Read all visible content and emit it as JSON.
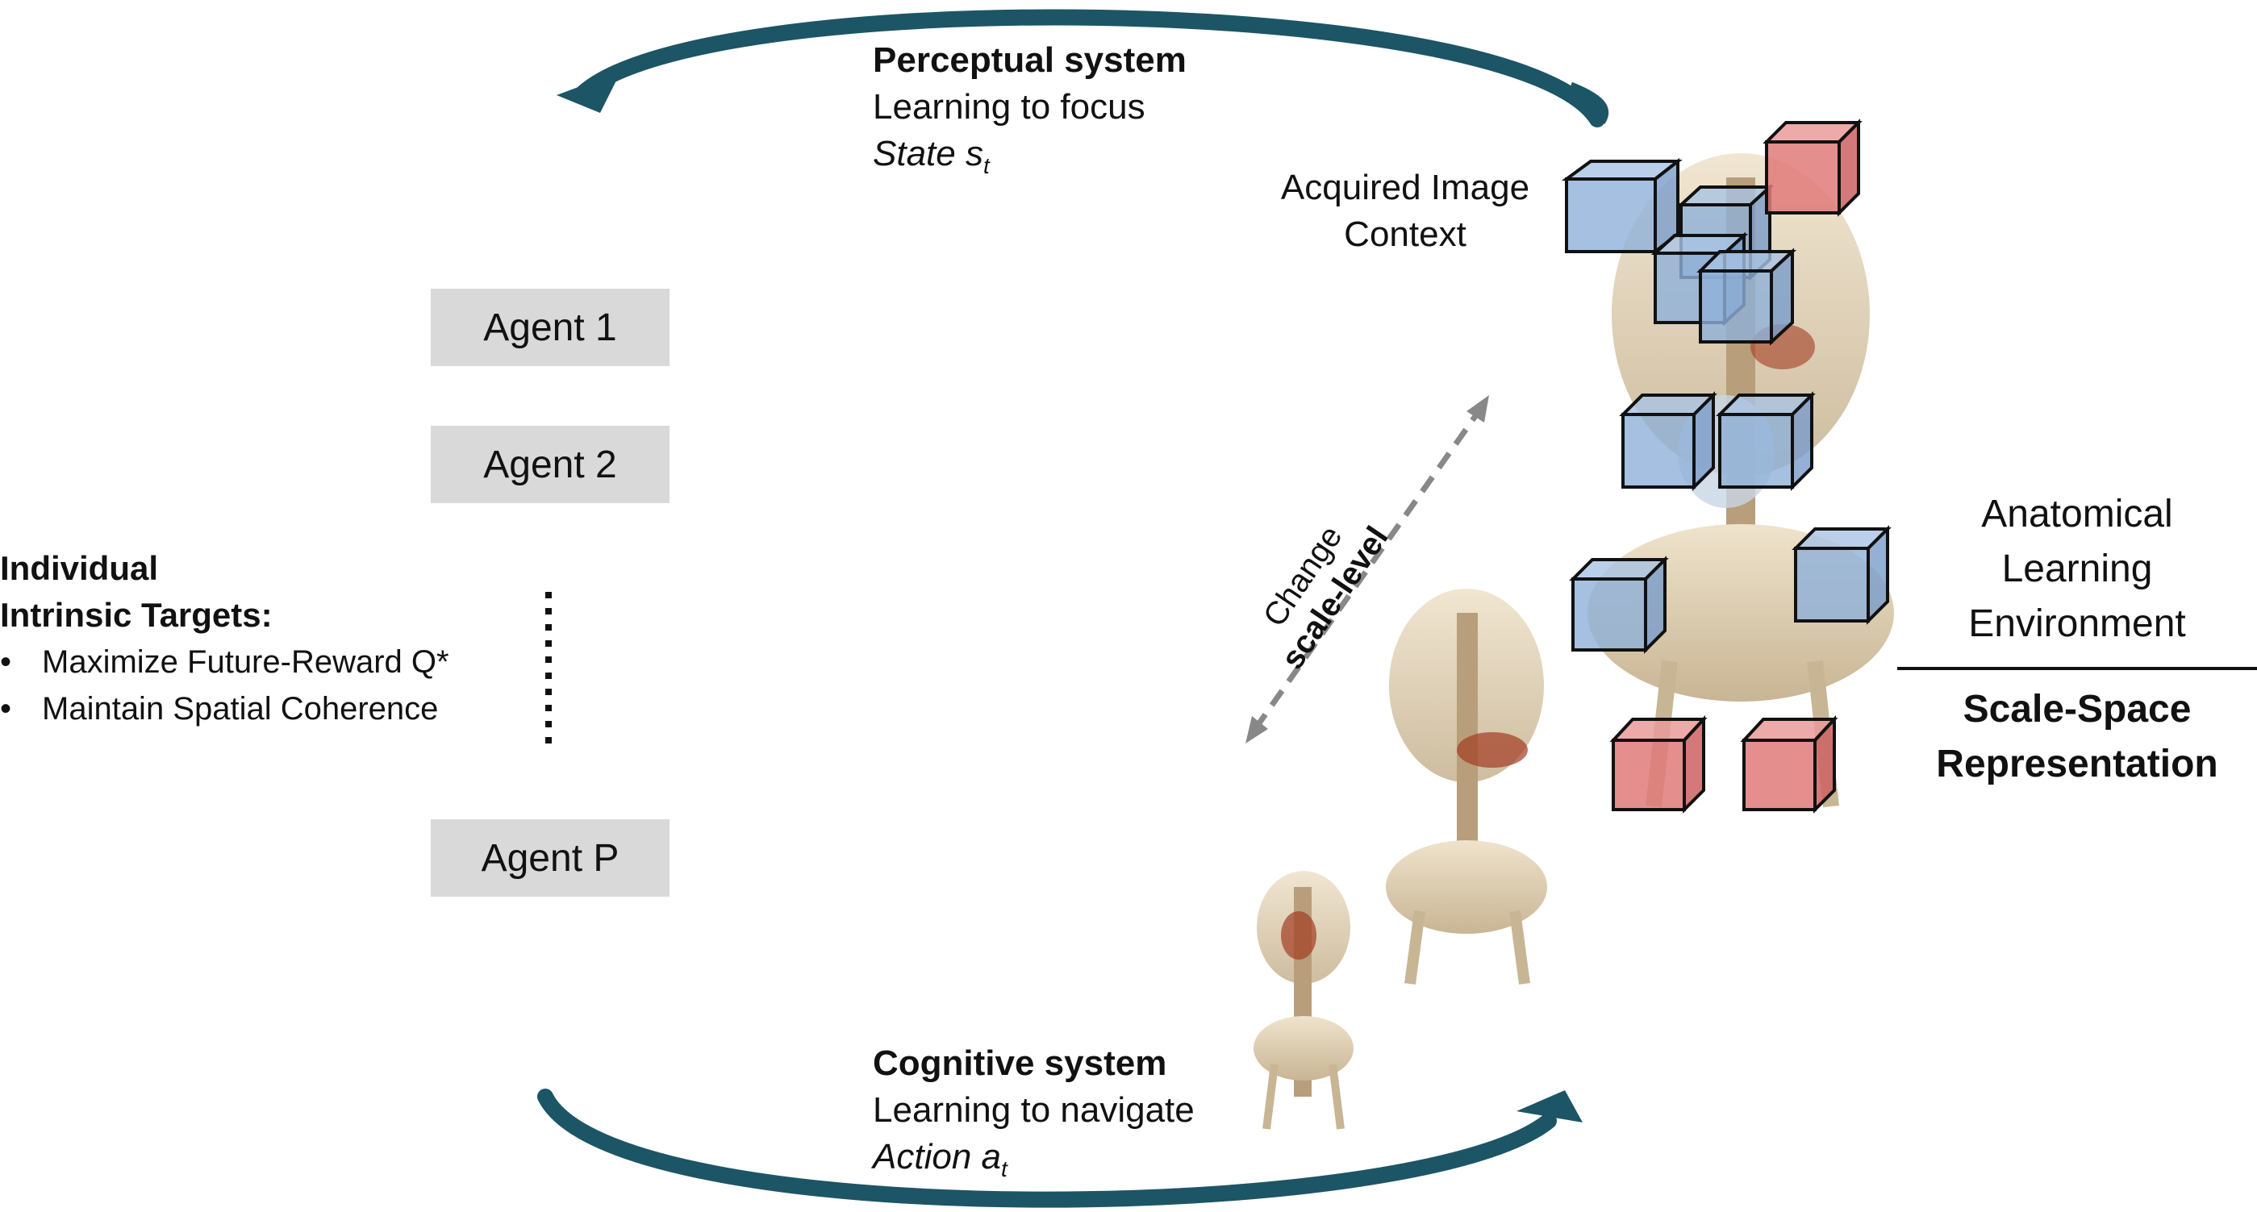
{
  "perceptual": {
    "title": "Perceptual system",
    "line1": "Learning to focus",
    "state_label": "State s",
    "state_sub": "t"
  },
  "cognitive": {
    "title": "Cognitive system",
    "line1": "Learning to navigate",
    "action_label": "Action a",
    "action_sub": "t"
  },
  "agents": [
    "Agent 1",
    "Agent 2",
    "Agent P"
  ],
  "targets": {
    "title_line1": "Individual",
    "title_line2": "Intrinsic Targets:",
    "items": [
      "Maximize Future-Reward Q*",
      "Maintain Spatial Coherence"
    ]
  },
  "acquired": {
    "line1": "Acquired Image",
    "line2": "Context"
  },
  "scale_change": {
    "word1": "Change",
    "word2": "scale-level"
  },
  "environment": {
    "line1": "Anatomical",
    "line2": "Learning",
    "line3": "Environment",
    "rep_line1": "Scale-Space",
    "rep_line2": "Representation"
  },
  "colors": {
    "arrow": "#1c5566",
    "agent_box": "#d9d9d9",
    "cube_blue": "#8fb0d8",
    "cube_red": "#e07a7a",
    "bone": "#d8c9ae",
    "dashed_arrow": "#888888"
  }
}
